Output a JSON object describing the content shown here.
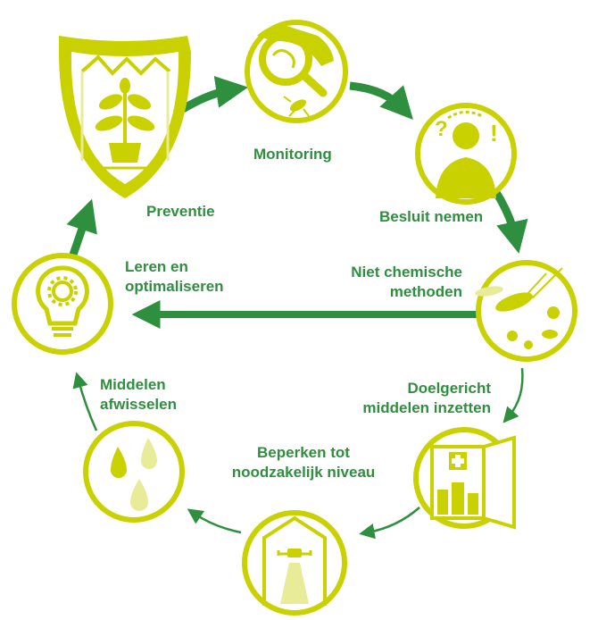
{
  "colors": {
    "yellow": "#c9d100",
    "yellow_light": "#e8ec99",
    "green": "#2e8f3e"
  },
  "steps": {
    "preventie": "Preventie",
    "monitoring": "Monitoring",
    "besluit": "Besluit nemen",
    "niet_chemisch_1": "Niet chemische",
    "niet_chemisch_2": "methoden",
    "doelgericht_1": "Doelgericht",
    "doelgericht_2": "middelen inzetten",
    "beperken_1": "Beperken tot",
    "beperken_2": "noodzakelijk niveau",
    "afwisselen_1": "Middelen",
    "afwisselen_2": "afwisselen",
    "leren_1": "Leren en",
    "leren_2": "optimaliseren"
  },
  "icons": {
    "preventie": "greenhouse-plant-shield-icon",
    "monitoring": "magnifier-insect-icon",
    "besluit": "person-question-exclamation-icon",
    "niet_chemisch": "beneficial-insects-icon",
    "doelgericht": "medicine-cabinet-icon",
    "beperken": "greenhouse-drone-icon",
    "afwisselen": "droplets-icon",
    "leren": "lightbulb-gear-icon"
  }
}
